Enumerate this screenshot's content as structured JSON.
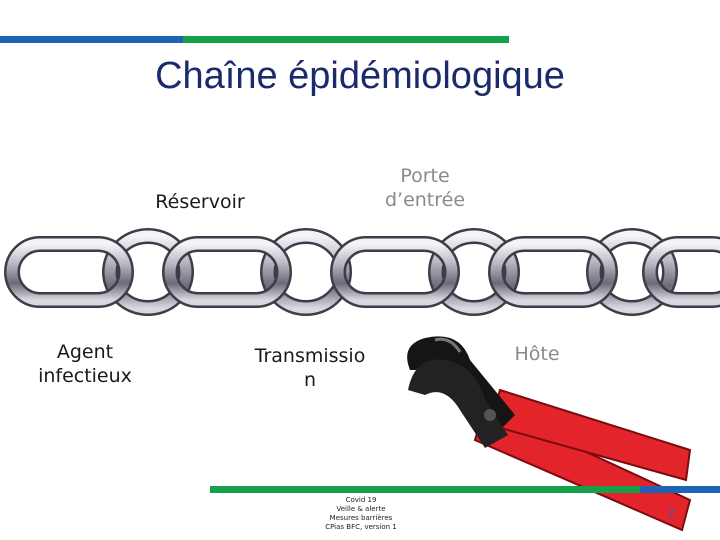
{
  "title": "Chaîne épidémiologique",
  "labels": {
    "reservoir": "Réservoir",
    "porte_line1": "Porte",
    "porte_line2": "d’entrée",
    "agent_line1": "Agent",
    "agent_line2": "infectieux",
    "transmission_line1": "Transmissio",
    "transmission_line2": "n",
    "hote": "Hôte"
  },
  "footer": {
    "line1": "Covid 19",
    "line2": "Veille & alerte",
    "line3": "Mesures barrières",
    "line4": "CPias BFC, version 1"
  },
  "page_number": "2",
  "colors": {
    "blue": "#1e63b4",
    "green": "#16a04a",
    "title": "#1b2a6b",
    "pliers_red": "#e3242b"
  },
  "icons": [
    "chain-icon",
    "pliers-icon"
  ]
}
